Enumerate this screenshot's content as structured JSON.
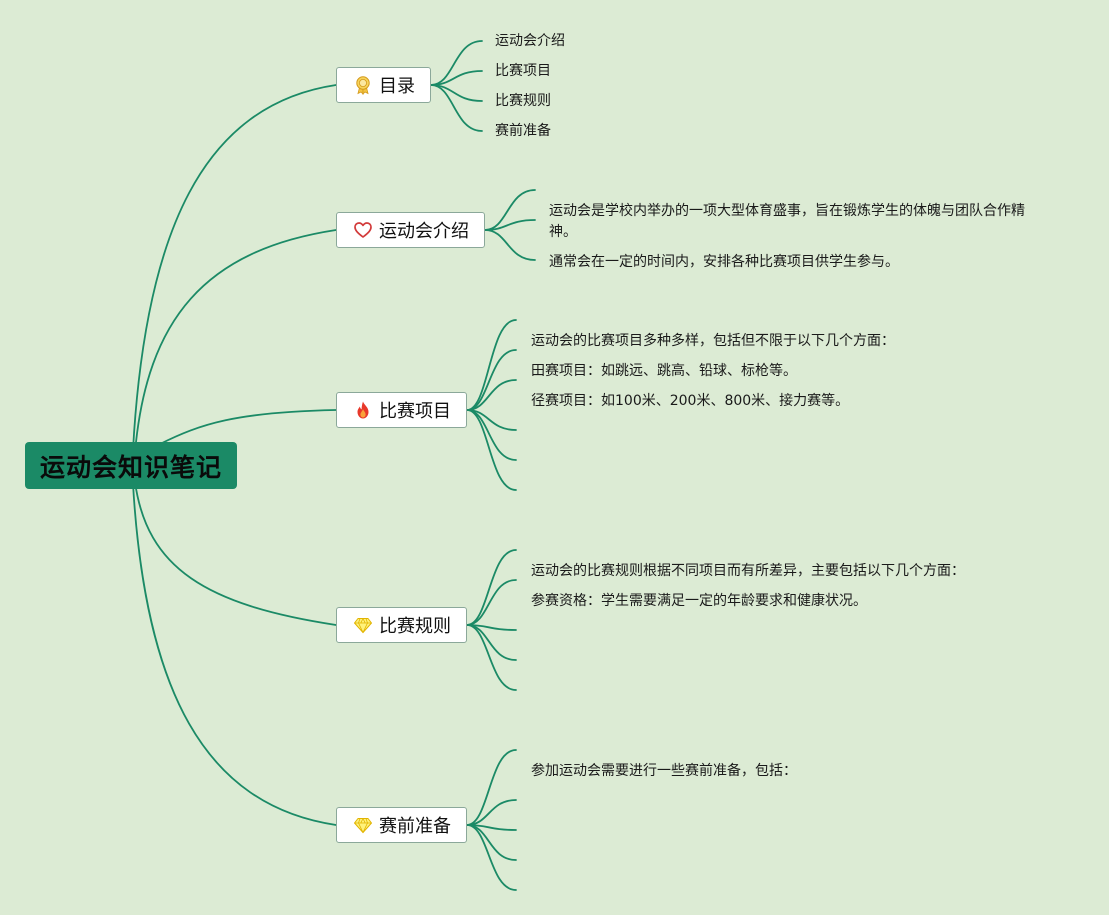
{
  "colors": {
    "background": "#dcebd4",
    "edge": "#1b8a66",
    "root_fill": "#1b8a66",
    "topic_fill": "#ffffff",
    "topic_border": "#8ba89a"
  },
  "root": {
    "label": "运动会知识笔记"
  },
  "topics": [
    {
      "label": "目录",
      "icon": "award-ribbon-icon",
      "children": [
        "运动会介绍",
        "比赛项目",
        "比赛规则",
        "赛前准备"
      ]
    },
    {
      "label": "运动会介绍",
      "icon": "heart-icon",
      "children": [
        "运动会是学校内举办的一项大型体育盛事，旨在锻炼学生的体魄与团队合作精神。",
        "通常会在一定的时间内，安排各种比赛项目供学生参与。"
      ]
    },
    {
      "label": "比赛项目",
      "icon": "fire-icon",
      "children": [
        "运动会的比赛项目多种多样，包括但不限于以下几个方面：",
        "田赛项目：如跳远、跳高、铅球、标枪等。",
        "径赛项目：如100米、200米、800米、接力赛等。",
        "",
        "",
        ""
      ]
    },
    {
      "label": "比赛规则",
      "icon": "diamond-icon",
      "children": [
        "运动会的比赛规则根据不同项目而有所差异，主要包括以下几个方面：",
        "参赛资格：学生需要满足一定的年龄要求和健康状况。",
        "",
        "",
        ""
      ]
    },
    {
      "label": "赛前准备",
      "icon": "diamond-icon",
      "children": [
        "参加运动会需要进行一些赛前准备，包括：",
        "",
        "",
        "",
        "",
        ""
      ]
    }
  ]
}
